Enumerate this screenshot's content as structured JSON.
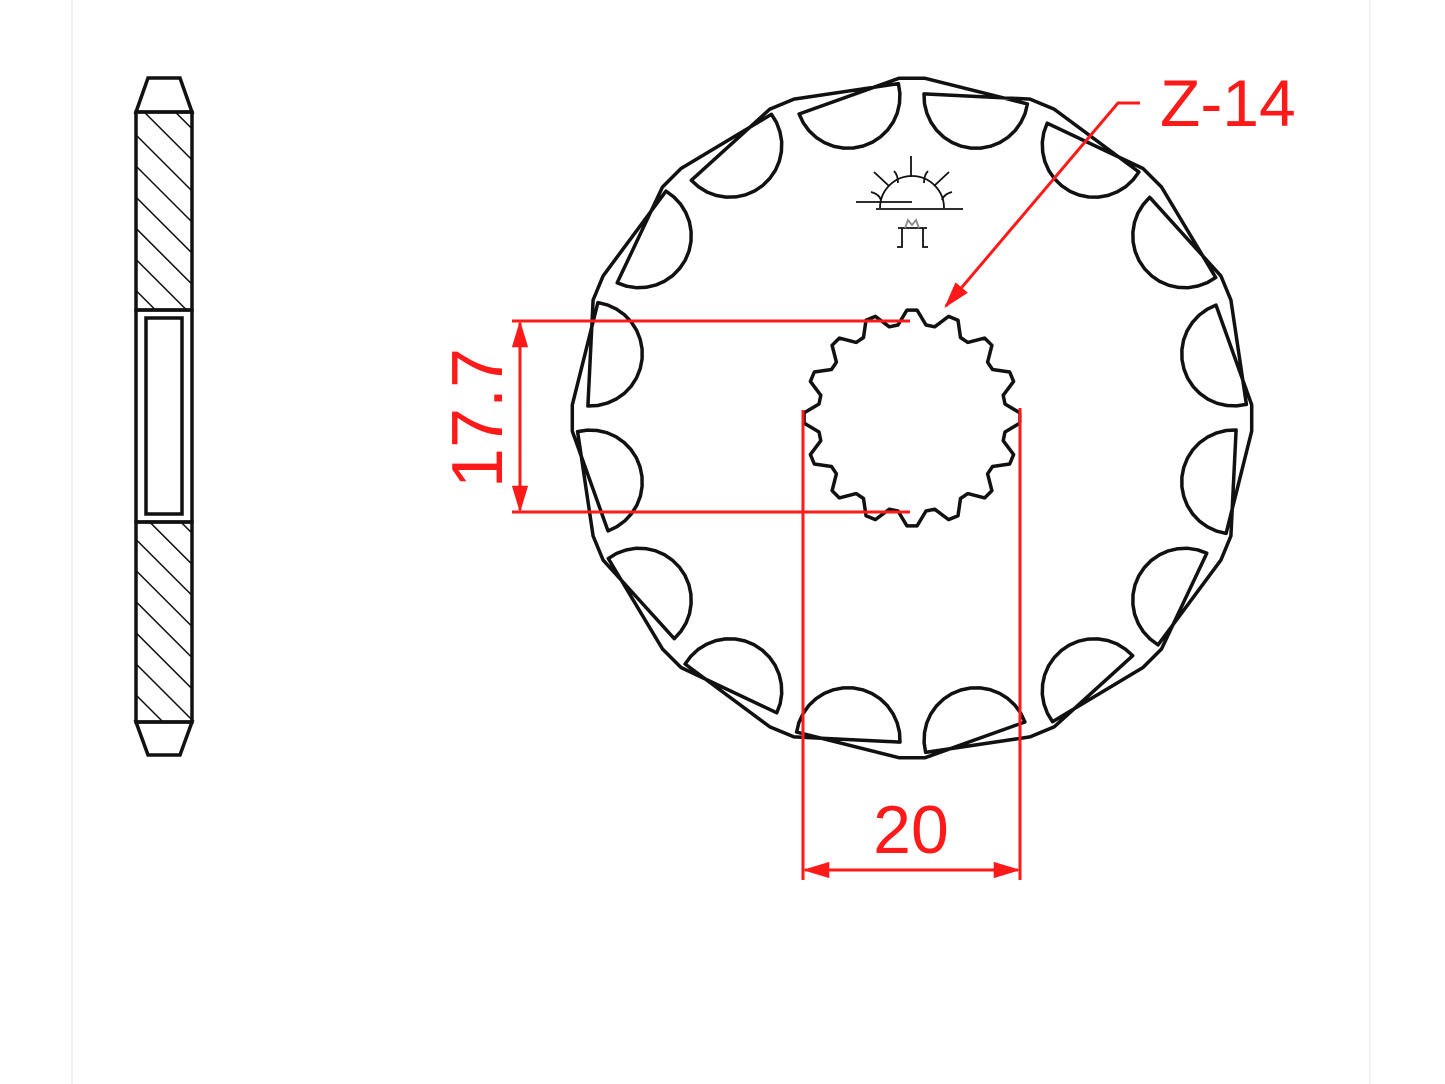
{
  "drawing": {
    "teeth_label": "Z-14",
    "inner_dimension": "17.7",
    "spline_dimension": "20",
    "line_color": "#111111",
    "dimension_color": "#ff1a1a",
    "logo": "sunrise-temple-logo"
  }
}
